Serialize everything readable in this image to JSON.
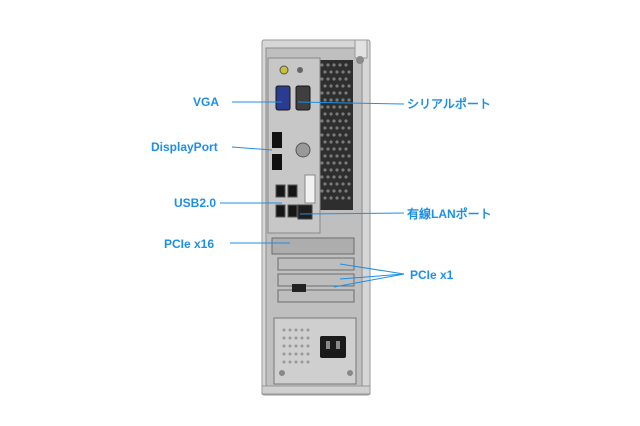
{
  "labels": {
    "vga": "VGA",
    "displayport": "DisplayPort",
    "usb": "USB2.0",
    "pcie16": "PCIe x16",
    "serial": "シリアルポート",
    "lan": "有線LANポート",
    "pcie1": "PCIe x1"
  },
  "colors": {
    "label": "#1e8fe6",
    "line": "#1e8fe6",
    "chassis": "#c9c9c9",
    "panel": "#b8b8b8"
  }
}
